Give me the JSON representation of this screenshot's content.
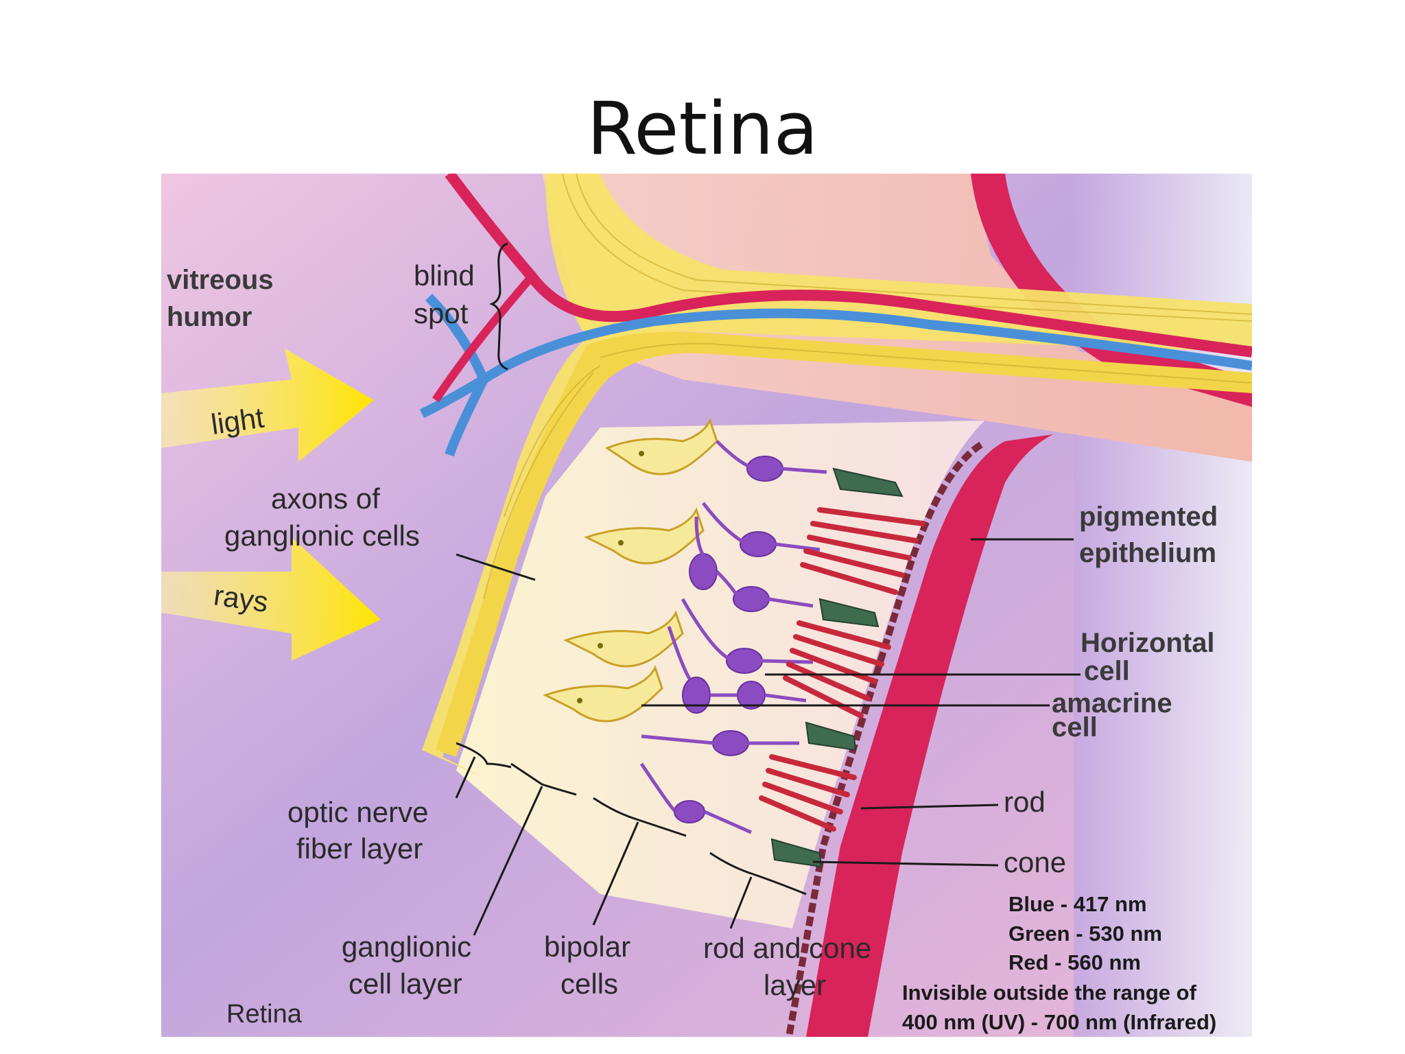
{
  "slide": {
    "title": "Retina"
  },
  "diagram": {
    "labels": {
      "vitreous_1": "vitreous",
      "vitreous_2": "humor",
      "blind_1": "blind",
      "blind_2": "spot",
      "light": "light",
      "rays": "rays",
      "axons_1": "axons of",
      "axons_2": "ganglionic cells",
      "pigmented_1": "pigmented",
      "pigmented_2": "epithelium",
      "horizontal_1": "Horizontal",
      "horizontal_2": "cell",
      "amacrine_1": "amacrine",
      "amacrine_2": "cell",
      "rod": "rod",
      "cone": "cone",
      "optic_1": "optic nerve",
      "optic_2": "fiber layer",
      "ganglionic_1": "ganglionic",
      "ganglionic_2": "cell layer",
      "bipolar_1": "bipolar",
      "bipolar_2": "cells",
      "rodcone_1": "rod and cone",
      "rodcone_2": "layer",
      "caption": "Retina"
    },
    "wavelengths": {
      "blue": "Blue - 417 nm",
      "green": "Green - 530 nm",
      "red": "Red - 560 nm",
      "range_1": "Invisible outside the range of",
      "range_2": "400 nm (UV) - 700 nm (Infrared)"
    },
    "colors": {
      "background_pink": "#e8b6d8",
      "background_violet": "#a78fd0",
      "nerve_yellow": "#f7e26a",
      "ganglion_yellow": "#f6ea9a",
      "bipolar_purple": "#8a4cc0",
      "rod_red": "#c8283c",
      "cone_green": "#3f6b4e",
      "choroid_red": "#d8245a",
      "vessel_blue": "#4a90d9"
    }
  }
}
